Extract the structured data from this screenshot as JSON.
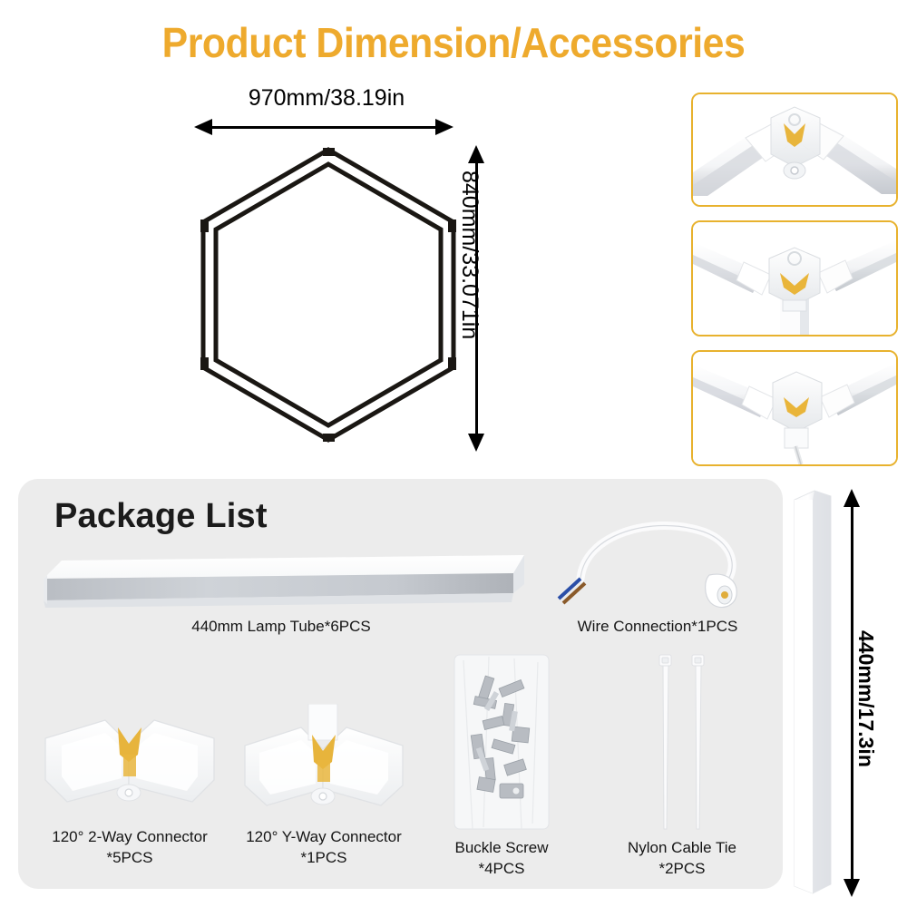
{
  "title": "Product Dimension/Accessories",
  "theme": {
    "accent": "#eeaa2d",
    "panel_bg": "#ececec",
    "text": "#111111"
  },
  "dimension_diagram": {
    "shape": "hexagon",
    "width_label": "970mm/38.19in",
    "height_label": "840mm/33.071in"
  },
  "connector_photos": [
    {
      "name": "2-way-corner-connector-photo"
    },
    {
      "name": "y-way-connector-photo"
    },
    {
      "name": "wired-connector-photo"
    }
  ],
  "package_list": {
    "title": "Package List",
    "items": [
      {
        "label": "440mm Lamp Tube*6PCS",
        "icon": "lamp-tube"
      },
      {
        "label": "Wire Connection*1PCS",
        "icon": "wire-connection"
      },
      {
        "label": "120° 2-Way Connector\n*5PCS",
        "icon": "two-way-connector"
      },
      {
        "label": "120° Y-Way Connector\n*1PCS",
        "icon": "y-way-connector"
      },
      {
        "label": "Buckle Screw\n*4PCS",
        "icon": "buckle-screw-bag"
      },
      {
        "label": "Nylon Cable Tie\n*2PCS",
        "icon": "nylon-cable-tie"
      }
    ]
  },
  "tube_detail": {
    "length_label": "440mm/17.3in"
  }
}
